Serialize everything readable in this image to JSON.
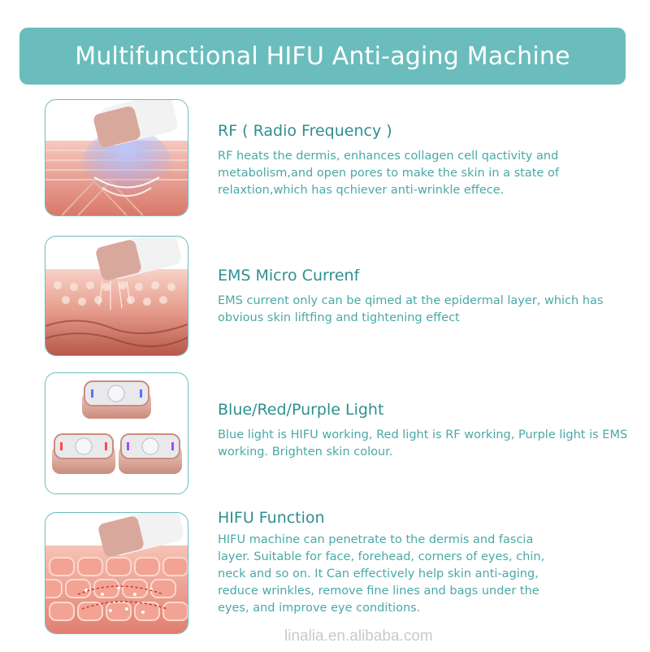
{
  "banner": {
    "title": "Multifunctional HIFU Anti-aging Machine"
  },
  "features": [
    {
      "title": "RF ( Radio Frequency )",
      "description": "RF heats the dermis, enhances collagen cell qactivity and metabolism,and open pores to make the skin in a state of relaxtion,which has qchiever anti-wrinkle effece.",
      "image_icon": "rf-skin-layer-icon"
    },
    {
      "title": "EMS Micro Currenf",
      "description": "EMS current only can be qimed at the epidermal layer, which has obvious skin liftfing and tightening effect",
      "image_icon": "ems-skin-layer-icon"
    },
    {
      "title": "Blue/Red/Purple Light",
      "description": "Blue light is HIFU working, Red light is RF working, Purple light is EMS working. Brighten skin colour.",
      "image_icon": "device-heads-icon"
    },
    {
      "title": "HIFU Function",
      "description": "HIFU machine can penetrate to the dermis and fascia layer. Suitable for face, forehead, corners of eyes, chin, neck and so on. It Can effectively help skin anti-aging, reduce wrinkles, remove fine lines and bags under the eyes, and improve eye conditions.",
      "image_icon": "hifu-skin-cells-icon"
    }
  ],
  "watermark": "linalia.en.alibaba.com",
  "colors": {
    "accent": "#6bbdbd",
    "title_text": "#2f8f8f",
    "desc_text": "#4aa8a8",
    "skin": "#e8a59a",
    "device_rose": "#d9a89c"
  }
}
